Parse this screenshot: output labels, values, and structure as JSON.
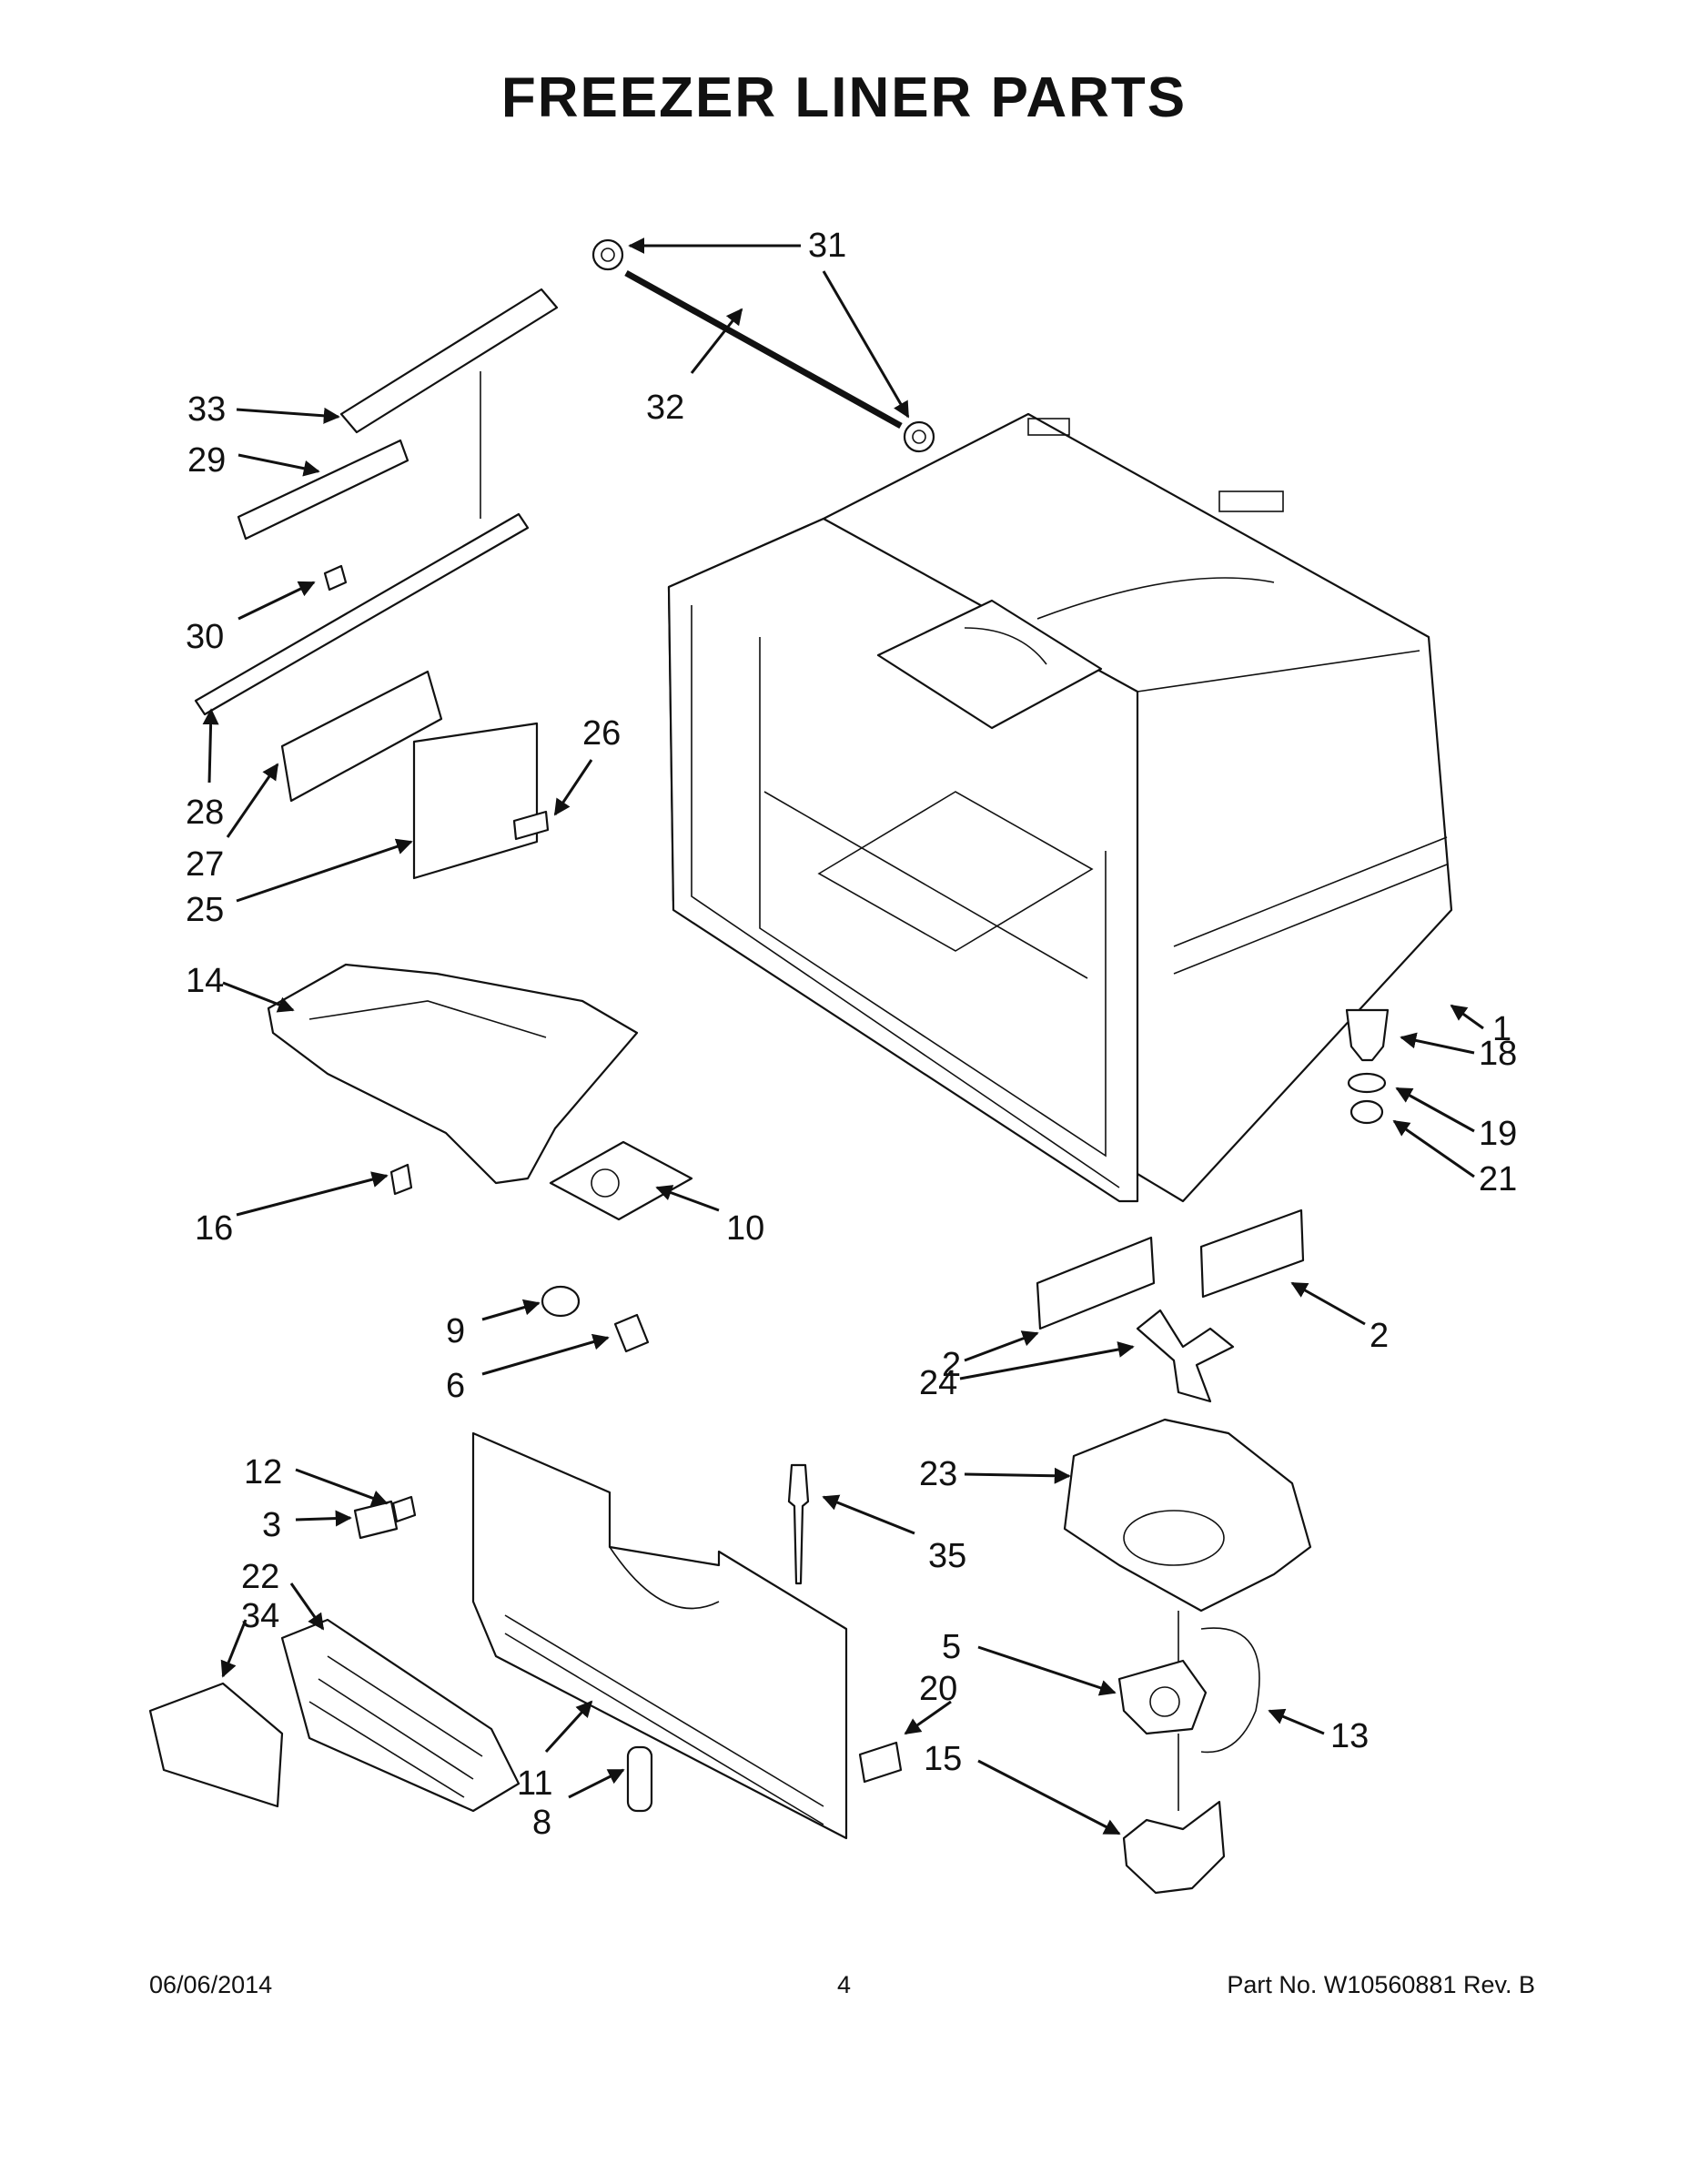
{
  "title": "FREEZER LINER PARTS",
  "footer": {
    "date": "06/06/2014",
    "page": "4",
    "part_number": "Part No.  W10560881  Rev.  B"
  },
  "callouts": {
    "c1": "1",
    "c2a": "2",
    "c2b": "2",
    "c3": "3",
    "c5": "5",
    "c6": "6",
    "c8": "8",
    "c9": "9",
    "c10": "10",
    "c11": "11",
    "c12": "12",
    "c13": "13",
    "c14": "14",
    "c15": "15",
    "c16": "16",
    "c18": "18",
    "c19": "19",
    "c20": "20",
    "c21": "21",
    "c22": "22",
    "c23": "23",
    "c24": "24",
    "c25": "25",
    "c26": "26",
    "c27": "27",
    "c28": "28",
    "c29": "29",
    "c30": "30",
    "c31": "31",
    "c32": "32",
    "c33": "33",
    "c34": "34",
    "c35": "35"
  }
}
